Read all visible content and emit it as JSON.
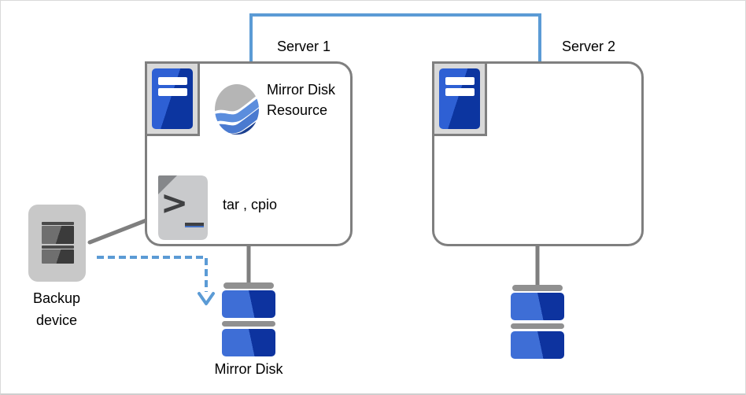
{
  "diagram": {
    "description": "Mirror disk backup diagram: two clustered servers linked by an interconnect; Server 1 holds a mirror disk resource backed up with tar/cpio to a backup device, data flows to the mirror disk",
    "nodes": {
      "server1": {
        "label": "Server 1"
      },
      "server2": {
        "label": "Server 2"
      },
      "mirror_disk_resource": {
        "label": "Mirror Disk Resource"
      },
      "backup_tools": {
        "label": "tar , cpio"
      },
      "backup_device": {
        "label": "Backup device"
      },
      "mirror_disk": {
        "label": "Mirror Disk"
      }
    },
    "connections": [
      {
        "from": "server1",
        "to": "server2",
        "style": "solid-blue",
        "meaning": "interconnect"
      },
      {
        "from": "server1",
        "to": "mirror_disk",
        "style": "solid-gray"
      },
      {
        "from": "server2",
        "to": "disk2",
        "style": "solid-gray"
      },
      {
        "from": "backup_device",
        "to": "server1",
        "style": "solid-gray"
      },
      {
        "from": "backup_device",
        "to": "mirror_disk",
        "style": "dashed-blue-arrow"
      }
    ],
    "icons": {
      "server-tower-icon": "blue tower with two white slots in gray frame",
      "mirror-disk-resource-globe-icon": "sphere with gray, light blue, blue and navy waves",
      "script-file-icon": "gray page, folded corner, > prompt and underscore",
      "backup-device-icon": "gray cartridge with two dark tape slabs",
      "mirror-disk-icon": "stacked blue disk volumes with gray separators",
      "disk-icon": "stacked blue disk volumes with gray separators"
    },
    "colors": {
      "connector_blue": "#5B9BD5",
      "outline_gray": "#7f7f7f",
      "frame_fill_gray": "#d9d9d9",
      "icon_gray": "#c9cacc",
      "glyph_dark_gray": "#3f4042",
      "server_blue_light": "#2e60d4",
      "server_blue_dark": "#0c35a0",
      "disk_blue_light": "#3e6ed6",
      "disk_blue_dark": "#0d339f",
      "disk_separator_gray": "#909090",
      "globe_gray": "#b5b5b5",
      "globe_blue_light": "#5b8ddd",
      "globe_blue_mid": "#4a7ad0",
      "globe_navy": "#1b3f8f"
    }
  }
}
